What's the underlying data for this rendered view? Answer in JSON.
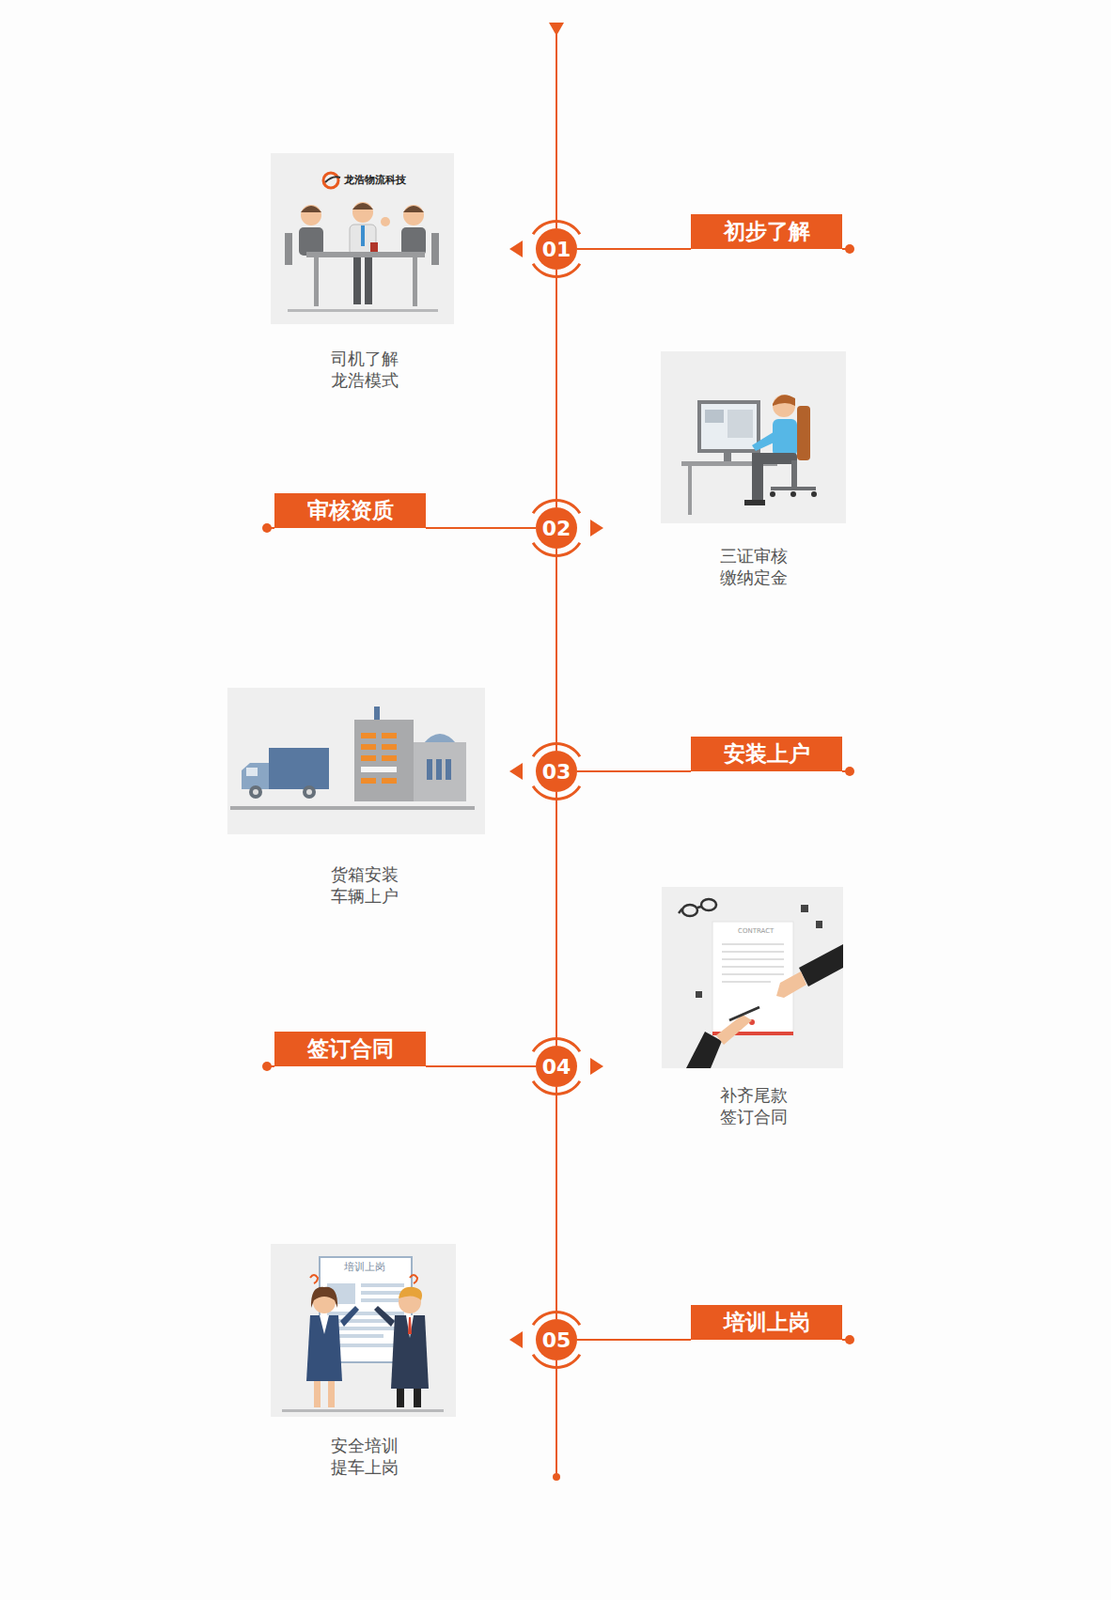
{
  "diagram": {
    "nodes": [
      {
        "text": [
          "01"
        ]
      },
      {
        "text": [
          "初步了解"
        ]
      },
      {
        "text": [
          "02"
        ]
      },
      {
        "text": [
          "审核资质"
        ]
      },
      {
        "text": [
          "03"
        ]
      },
      {
        "text": [
          "安装上户"
        ]
      },
      {
        "text": [
          "04"
        ]
      },
      {
        "text": [
          "签订合同"
        ]
      },
      {
        "text": [
          "05"
        ]
      },
      {
        "text": [
          "培训上岗"
        ]
      }
    ],
    "edges": [
      {
        "from": 0,
        "to": 1,
        "arrow": "none"
      },
      {
        "from": 0,
        "to": 2,
        "arrow": "none"
      },
      {
        "from": 2,
        "to": 3,
        "arrow": "none"
      },
      {
        "from": 2,
        "to": 4,
        "arrow": "none"
      },
      {
        "from": 4,
        "to": 5,
        "arrow": "none"
      },
      {
        "from": 4,
        "to": 6,
        "arrow": "none"
      },
      {
        "from": 6,
        "to": 7,
        "arrow": "none"
      },
      {
        "from": 6,
        "to": 8,
        "arrow": "none"
      },
      {
        "from": 8,
        "to": 9,
        "arrow": "none"
      }
    ],
    "labels": [
      "龙浩物流科技",
      "司机了解 龙浩模式",
      "三证审核 缴纳定金",
      "货箱安装 车辆上户",
      "CONTRACT",
      "补齐尾款 签订合同",
      "培训上岗",
      "安全培训 提车上岗"
    ]
  }
}
